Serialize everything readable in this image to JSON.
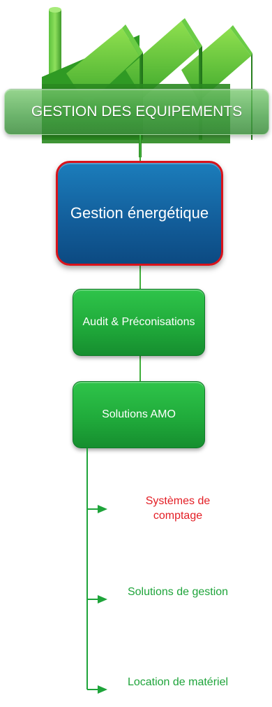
{
  "header": {
    "title": "GESTION DES EQUIPEMENTS"
  },
  "nodes": {
    "energy": "Gestion énergétique",
    "audit": "Audit & Préconisations",
    "amo": "Solutions AMO"
  },
  "sub_items": [
    {
      "label": "Systèmes de comptage",
      "state": "active"
    },
    {
      "label": "Solutions de gestion",
      "state": "normal"
    },
    {
      "label": "Location de matériel",
      "state": "normal"
    }
  ],
  "colors": {
    "accent_green": "#1ea43a",
    "active_red": "#e31d24",
    "energy_blue": "#135f9c",
    "border_red": "#d9131b"
  },
  "icons": {
    "factory": "factory-icon",
    "arrow": "arrow-right-icon"
  }
}
